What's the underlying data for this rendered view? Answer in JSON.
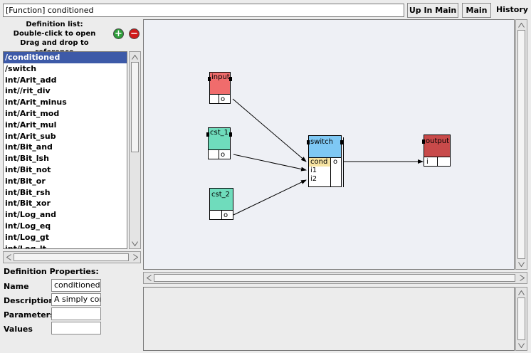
{
  "toolbar": {
    "title_value": "[Function] conditioned",
    "up_in_main_label": "Up In Main",
    "main_label": "Main",
    "history_label": "History"
  },
  "definitions": {
    "caption_line1": "Definition list:",
    "caption_line2": "Double-click to open",
    "caption_line3": "Drag and drop to reference",
    "add_symbol": "+",
    "remove_symbol": "−",
    "items": [
      "/conditioned",
      "/switch",
      "int/Arit_add",
      "int//rit_div",
      "int/Arit_minus",
      "int/Arit_mod",
      "int/Arit_mul",
      "int/Arit_sub",
      "int/Bit_and",
      "int/Bit_lsh",
      "int/Bit_not",
      "int/Bit_or",
      "int/Bit_rsh",
      "int/Bit_xor",
      "int/Log_and",
      "int/Log_eq",
      "int/Log_gt",
      "int/Log_lt"
    ],
    "selected_index": 0
  },
  "properties": {
    "title": "Definition Properties:",
    "name_label": "Name",
    "name_value": "conditioned",
    "description_label": "Description",
    "description_value": "A simply cor",
    "parameters_label": "Parameters",
    "parameters_value": "",
    "values_label": "Values",
    "values_value": ""
  },
  "graph": {
    "nodes": {
      "input": {
        "title": "input",
        "port": "o",
        "color": "#f06c6c"
      },
      "cst_1": {
        "title": "cst_1",
        "port": "o",
        "color": "#6fdcbc"
      },
      "cst_2": {
        "title": "cst_2",
        "port": "o",
        "color": "#6fdcbc"
      },
      "switch": {
        "title": "switch",
        "in1": "cond",
        "in2": "i1",
        "in3": "i2",
        "out": "o",
        "color": "#7ec8f4",
        "cond_color": "#f6e3a2"
      },
      "output": {
        "title": "output",
        "port": "i",
        "color": "#c84a4a"
      }
    }
  },
  "colors": {
    "selection": "#3d5aa8",
    "add_button": "#2e9e3a",
    "remove_button": "#d01818"
  }
}
